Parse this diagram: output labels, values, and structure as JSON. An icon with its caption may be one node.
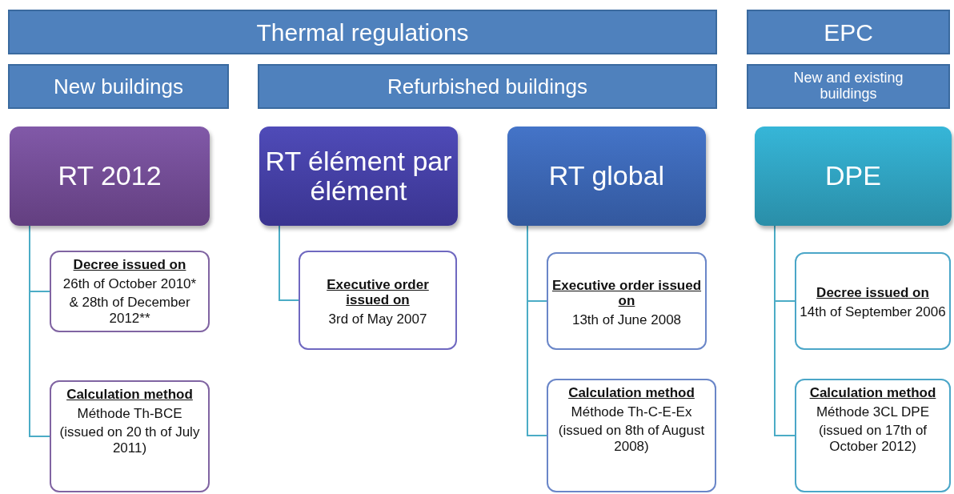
{
  "diagram": {
    "nodes": [
      {
        "text": [
          "Thermal  regulations"
        ]
      },
      {
        "text": [
          "EPC"
        ]
      },
      {
        "text": [
          "New buildings"
        ]
      },
      {
        "text": [
          "Refurbished buildings"
        ]
      },
      {
        "text": [
          "New and existing buildings"
        ]
      },
      {
        "text": [
          "RT 2012"
        ]
      },
      {
        "text": [
          "RT élément par élément"
        ]
      },
      {
        "text": [
          "RT global"
        ]
      },
      {
        "text": [
          "DPE"
        ]
      },
      {
        "text": [
          "Decree issued on",
          "26th of October 2010*",
          "& 28th of December 2012**"
        ]
      },
      {
        "text": [
          "Calculation method",
          "Méthode Th-BCE",
          "(issued on 20 th of July 2011)"
        ]
      },
      {
        "text": [
          "Executive order issued on",
          "3rd of May 2007"
        ]
      },
      {
        "text": [
          "Executive order issued on",
          "13th of June 2008"
        ]
      },
      {
        "text": [
          "Calculation method",
          "Méthode Th-C-E-Ex",
          "(issued on 8th of August 2008)"
        ]
      },
      {
        "text": [
          "Decree issued on",
          "14th of September 2006"
        ]
      },
      {
        "text": [
          "Calculation method",
          "Méthode 3CL DPE",
          "(issued on  17th of October 2012)"
        ]
      }
    ],
    "edges": [
      {
        "from": 5,
        "to": 9,
        "arrow": "none"
      },
      {
        "from": 5,
        "to": 10,
        "arrow": "none"
      },
      {
        "from": 6,
        "to": 11,
        "arrow": "none"
      },
      {
        "from": 7,
        "to": 12,
        "arrow": "none"
      },
      {
        "from": 7,
        "to": 13,
        "arrow": "none"
      },
      {
        "from": 8,
        "to": 14,
        "arrow": "none"
      },
      {
        "from": 8,
        "to": 15,
        "arrow": "none"
      }
    ]
  }
}
